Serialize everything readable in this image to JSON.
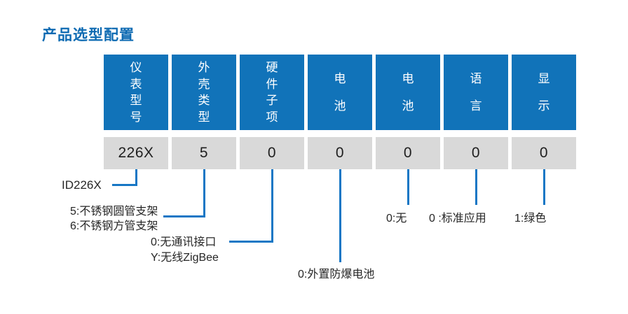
{
  "title": "产品选型配置",
  "colors": {
    "header_blue": "#1173b9",
    "cell_gray": "#d9d9d9",
    "connector_blue": "#1777c5",
    "title_blue": "#0d6ab2",
    "note_text": "#262626"
  },
  "table": {
    "columns": [
      {
        "header": "仪表型号",
        "value": "226X"
      },
      {
        "header": "外壳类型",
        "value": "5"
      },
      {
        "header": "硬件子项",
        "value": "0"
      },
      {
        "header": "电池",
        "value": "0"
      },
      {
        "header": "电池",
        "value": "0"
      },
      {
        "header": "语言",
        "value": "0"
      },
      {
        "header": "显示",
        "value": "0"
      }
    ]
  },
  "annotations": {
    "model_id": "ID226X",
    "housing_line1": "5:不锈钢圆管支架",
    "housing_line2": "6:不锈钢方管支架",
    "hardware_line1": "0:无通讯接口",
    "hardware_line2": "Y:无线ZigBee",
    "battery_external": "0:外置防爆电池",
    "battery_none": "0:无",
    "application_standard": "0 :标准应用",
    "display_green": "1:绿色"
  }
}
